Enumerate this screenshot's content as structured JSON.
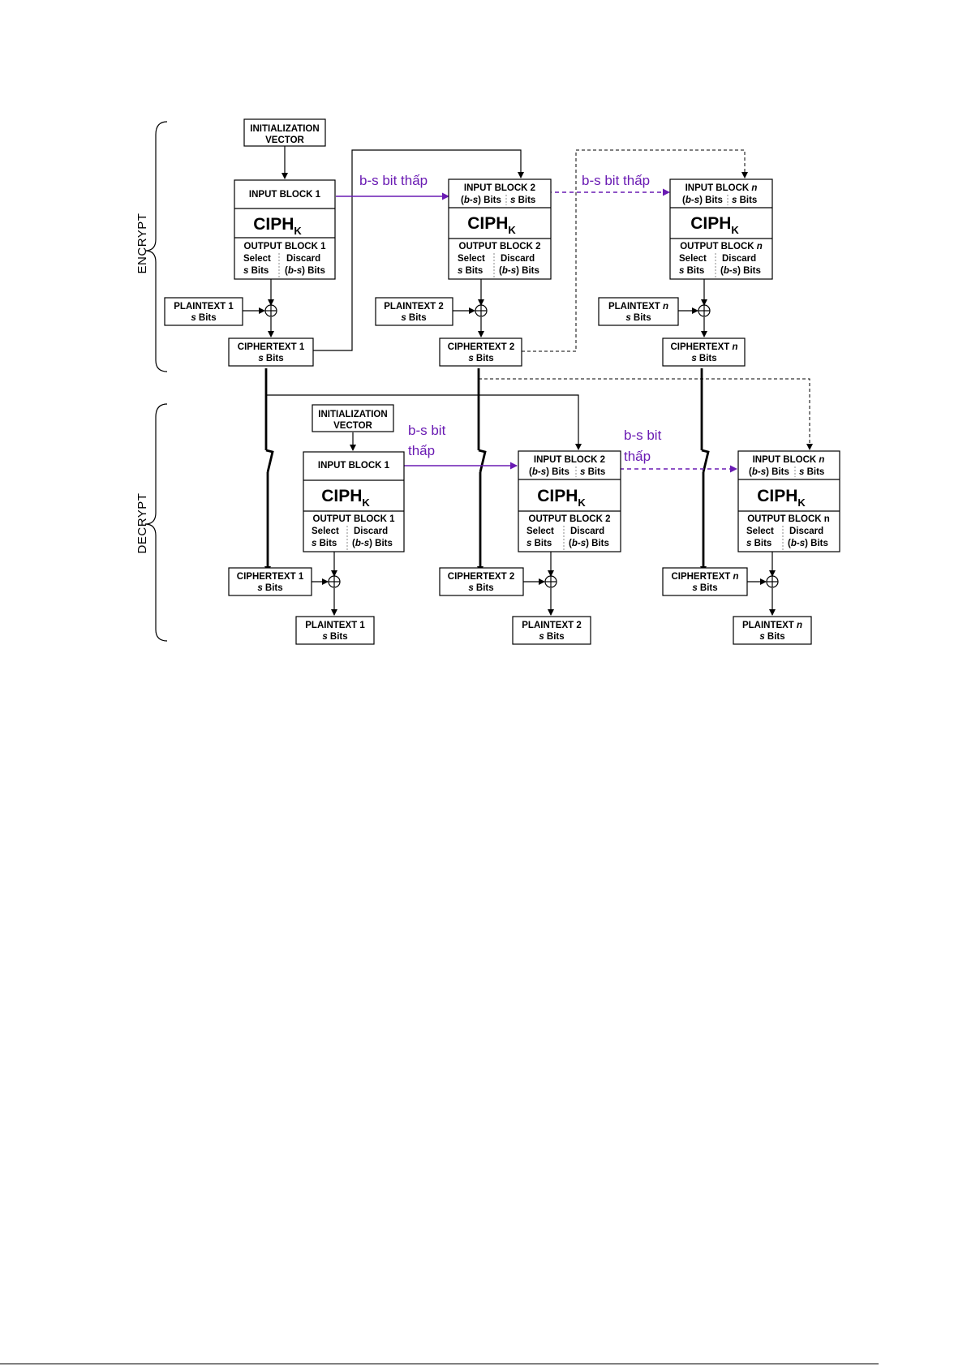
{
  "sections": {
    "encrypt": "ENCRYPT",
    "decrypt": "DECRYPT"
  },
  "labels": {
    "iv_line1": "INITIALIZATION",
    "iv_line2": "VECTOR",
    "input_block_1": "INPUT BLOCK 1",
    "input_block_2": "INPUT BLOCK 2",
    "input_block_n_prefix": "INPUT BLOCK ",
    "output_block_1": "OUTPUT BLOCK 1",
    "output_block_2": "OUTPUT BLOCK 2",
    "output_block_n_prefix": "OUTPUT BLOCK ",
    "output_block_n_plain": "OUTPUT BLOCK n",
    "n": "n",
    "b": "b",
    "s": "s",
    "b_minus": "(",
    "b_dash": "-",
    "bits_close": ") Bits",
    "s_bits_suffix": " Bits",
    "select": "Select",
    "discard": "Discard",
    "ciph": "CIPH",
    "ciph_sub": "K",
    "plaintext_1": "PLAINTEXT 1",
    "plaintext_2": "PLAINTEXT 2",
    "plaintext_n_prefix": "PLAINTEXT ",
    "ciphertext_1": "CIPHERTEXT 1",
    "ciphertext_2": "CIPHERTEXT 2",
    "ciphertext_n_prefix": "CIPHERTEXT "
  },
  "annotations": {
    "enc_low_bits": "b-s bit thấp",
    "dec_line1": "b-s bit",
    "dec_line2": "thấp"
  },
  "colors": {
    "annotation": "#6a1bb3",
    "line": "#000000"
  }
}
